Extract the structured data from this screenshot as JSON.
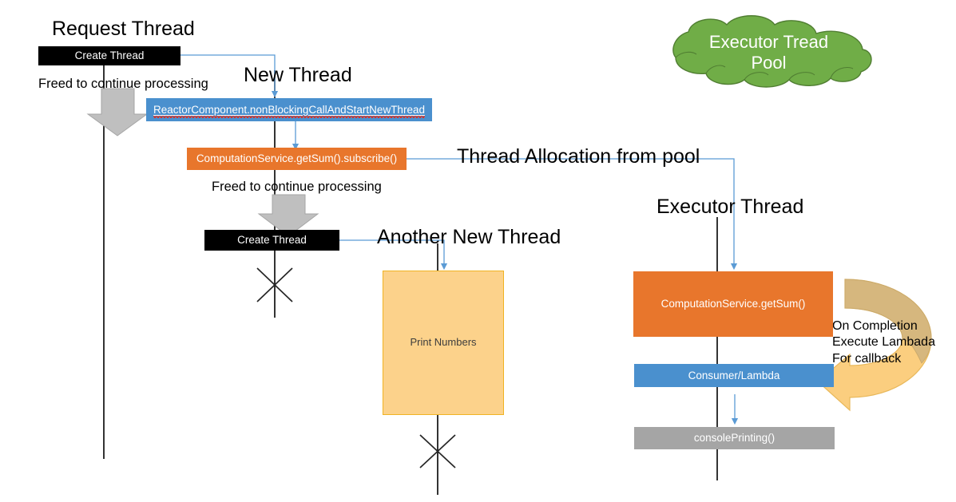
{
  "diagram": {
    "title_labels": {
      "request_thread": "Request Thread",
      "new_thread": "New Thread",
      "another_new_thread": "Another New Thread",
      "executor_thread": "Executor Thread"
    },
    "annotations": {
      "freed_1": "Freed to continue processing",
      "freed_2": "Freed to continue processing",
      "thread_allocation": "Thread Allocation from pool",
      "callback_note": "On Completion\nExecute Lambada\nFor callback"
    },
    "cloud": {
      "label": "Executor Tread\nPool",
      "fill": "#70AD47",
      "stroke": "#507E32"
    },
    "boxes": {
      "create_thread_1": "Create Thread",
      "reactor_component": "ReactorComponent.nonBlockingCallAndStartNewThread",
      "computation_subscribe": "ComputationService.getSum().subscribe()",
      "create_thread_2": "Create Thread",
      "print_numbers": "Print Numbers",
      "computation_getsum": "ComputationService.getSum()",
      "consumer_lambda": "Consumer/Lambda",
      "console_printing": "consolePrinting()"
    },
    "colors": {
      "black": "#000000",
      "blue": "#4A90CE",
      "orange": "#E8762C",
      "gray": "#A5A5A5",
      "amber_fill": "#FCD28B",
      "amber_stroke": "#F0B323",
      "green": "#70AD47",
      "connector_blue": "#5B9BD5",
      "block_arrow_gray": "#BFBFBF",
      "curve_arrow_dark": "#D6B77E",
      "curve_arrow_light": "#FBCE7F"
    }
  }
}
